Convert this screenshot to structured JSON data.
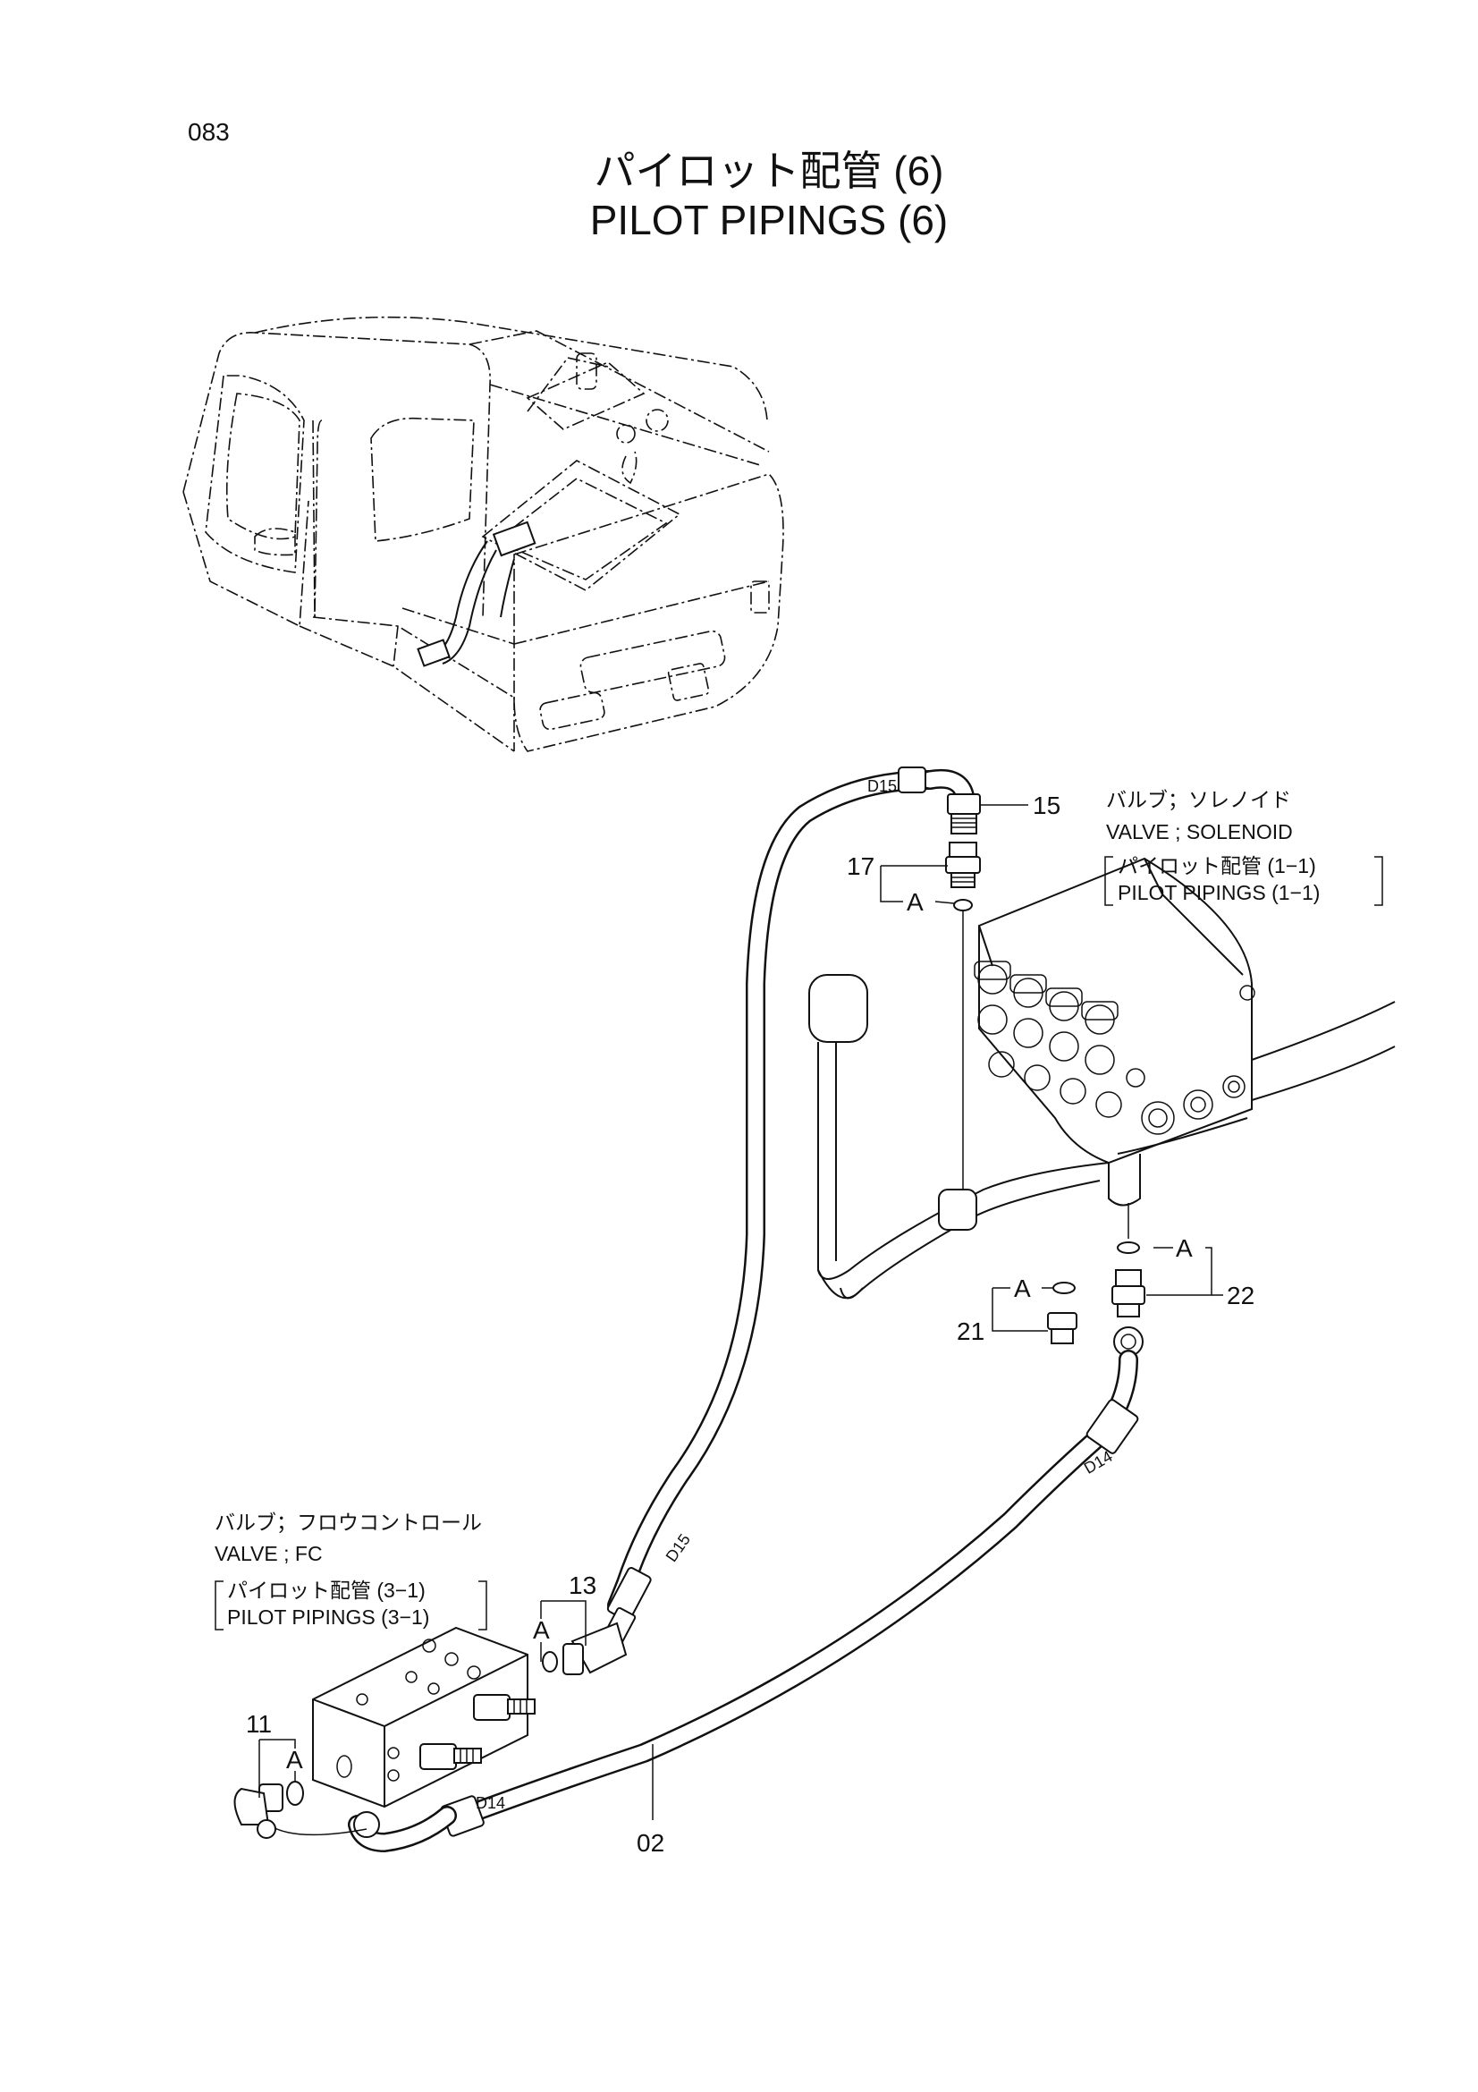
{
  "page": {
    "number": "083",
    "title_jp": "パイロット配管 (6)",
    "title_en": "PILOT PIPINGS (6)"
  },
  "solenoid_ref": {
    "jp": "バルブ；ソレノイド",
    "en": "VALVE ; SOLENOID",
    "sub_jp": "パイロット配管 (1−1)",
    "sub_en": "PILOT PIPINGS (1−1)"
  },
  "fc_ref": {
    "jp": "バルブ；フロウコントロール",
    "en": "VALVE ; FC",
    "sub_jp": "パイロット配管 (3−1)",
    "sub_en": "PILOT PIPINGS (3−1)"
  },
  "parts": {
    "p02": "02",
    "p11": "11",
    "p13": "13",
    "p15": "15",
    "p17": "17",
    "p21": "21",
    "p22": "22"
  },
  "hose_tags": {
    "d15_top": "D15",
    "d15_mid": "D15",
    "d14_right": "D14",
    "d14_low": "D14"
  },
  "o_ring_marker": "A"
}
